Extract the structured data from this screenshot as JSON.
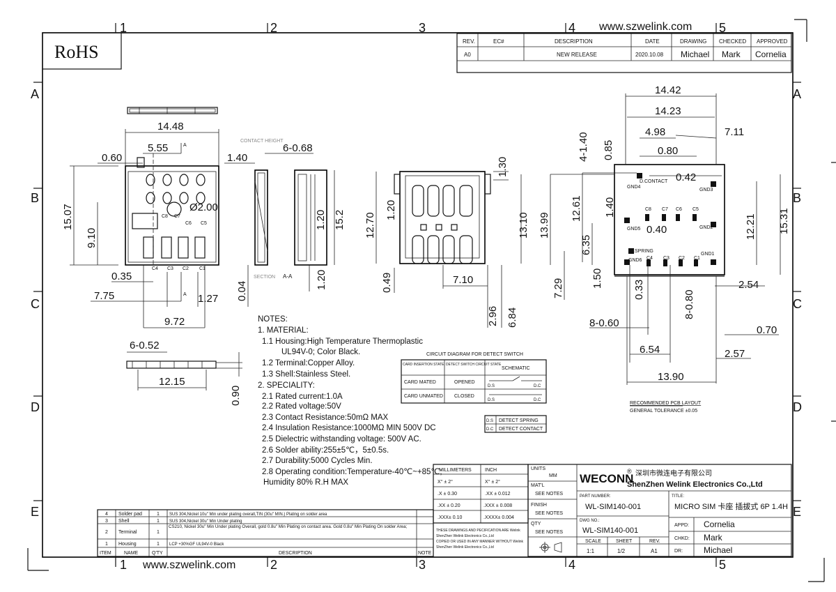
{
  "site_url": "www.szwelink.com",
  "rohs": "RoHS",
  "grid": {
    "cols": [
      "1",
      "2",
      "3",
      "4",
      "5"
    ],
    "rows": [
      "A",
      "B",
      "C",
      "D",
      "E"
    ]
  },
  "revision": {
    "headers": [
      "REV.",
      "EC#",
      "DESCRIPTION",
      "DATE",
      "DRAWING",
      "CHECKED",
      "APPROVED"
    ],
    "row": [
      "A0",
      "",
      "NEW RELEASE",
      "2020.10.08",
      "Michael",
      "Mark",
      "Cornelia"
    ]
  },
  "views": {
    "top_width": "14.48",
    "d_060": "0.60",
    "d_555": "5.55",
    "d_a": "A",
    "d_1507": "15.07",
    "d_910": "9.10",
    "d_200": "Ø2.00",
    "d_035": "0.35",
    "d_775": "7.75",
    "d_127": "1.27",
    "d_972": "9.72",
    "d_652": "6-0.52",
    "d_1215": "12.15",
    "d_090": "0.90",
    "d_140": "1.40",
    "d_668": "6-0.68",
    "contact_height": "CONTACT HEIGHT",
    "d_120a": "1.20",
    "d_152": "15.2",
    "d_004": "0.04",
    "section": "SECTION",
    "section_aa": "A-A",
    "d_120b": "1.20",
    "d_130": "1.30",
    "d_120c": "1.20",
    "d_1270": "12.70",
    "d_1310": "13.10",
    "d_049": "0.49",
    "d_710": "7.10",
    "d_296": "2.96",
    "d_684": "6.84",
    "contact_labels": [
      "C8",
      "C7",
      "C6",
      "C5",
      "C4",
      "C3",
      "C2",
      "C1"
    ]
  },
  "pcb": {
    "d_1442": "14.42",
    "d_1423": "14.23",
    "d_498": "4.98",
    "d_711": "7.11",
    "d_4140": "4-1.40",
    "d_085": "0.85",
    "d_080": "0.80",
    "d_042": "0.42",
    "d_1261": "12.61",
    "d_1399": "13.99",
    "d_140": "1.40",
    "d_040": "0.40",
    "d_1221": "12.21",
    "d_1531": "15.31",
    "d_635": "6.35",
    "d_150": "1.50",
    "d_729": "7.29",
    "d_033": "0.33",
    "d_8080": "8-0.80",
    "d_254": "2.54",
    "d_8060": "8-0.60",
    "d_070": "0.70",
    "d_654": "6.54",
    "d_257": "2.57",
    "d_1390": "13.90",
    "pad_labels": [
      "GND4",
      "D.CONTACT",
      "GND3",
      "GND5",
      "GND2",
      "D.SPRING",
      "GND6",
      "GND1",
      "C8",
      "C7",
      "C6",
      "C5",
      "C4",
      "C3",
      "C2",
      "C1"
    ],
    "recommended": "RECOMMENDED PCB LAYOUT",
    "tolerance": "GENERAL TOLERANCE ±0.05"
  },
  "notes": [
    "NOTES:",
    "1. MATERIAL:",
    "1.1 Housing:High Temperature Thermoplastic",
    "UL94V-0; Color Black.",
    "1.2 Terminal:Copper Alloy.",
    "1.3 Shell:Stainless Steel.",
    "2. SPECIALITY:",
    "2.1 Rated current:1.0A",
    "2.2 Rated voltage:50V",
    "2.3 Contact Resistance:50mΩ MAX",
    "2.4 Insulation Resistance:1000MΩ MIN 500V DC",
    "2.5 Dielectric withstanding voltage: 500V AC.",
    "2.6 Solder ability:255±5℃，5±0.5s.",
    "2.7 Durability:5000 Cycles Min.",
    "2.8 Operating condition:Temperature-40℃~+85℃;",
    "Humidity 80% R.H MAX"
  ],
  "circuit": {
    "title": "CIRCUIT DIAGRAM FOR DETECT SWITCH",
    "h1": "CARD INSERTION STATE",
    "h2": "DETECT SWITCH CIRCUIT STATE",
    "h3": "SCHEMATIC",
    "r1": [
      "CARD MATED",
      "OPENED"
    ],
    "r2": [
      "CARD UNMATED",
      "CLOSED"
    ],
    "ds": "D.S",
    "dc": "D.C",
    "legend": [
      [
        "D.S",
        "DETECT SPRING"
      ],
      [
        "D.C",
        "DETECT CONTACT"
      ]
    ]
  },
  "tolerances": {
    "millimeters": "MILLIMETERS",
    "inch": "INCH",
    "rows": [
      [
        "X°  ±  2°",
        "X°  ±  2°"
      ],
      [
        ".X  ± 0.30",
        ".XX  ± 0.012"
      ],
      [
        ".XX  ± 0.20",
        ".XXX  ± 0.008"
      ],
      [
        ".XXX± 0.10",
        ".XXXX± 0.004"
      ]
    ],
    "disclaimer": [
      "THESE DRAWINGS AND PECIFICATION ARE Welink",
      "ShenZhen Welink Electronics Co.,Ltd",
      "COPIED OR USED IN ANY MANNER WITHOUT Welink",
      "ShenZhen Welink Electronics Co.,Ltd"
    ]
  },
  "title_block": {
    "units": "UNITS",
    "units_val": "MM",
    "matl": "MAT'L",
    "finish": "FINISH",
    "qty": "QTY",
    "see_notes": "SEE NOTES",
    "brand": "WECONN",
    "reg": "®",
    "company_cn": "深圳市微连电子有限公司",
    "company_en": "ShenZhen Welink Electronics Co.,Ltd",
    "part_label": "PART NUMBER:",
    "part": "WL-SIM140-001",
    "title_label": "TITLE:",
    "title": "MICRO SIM 卡座 插拔式 6P 1.4H",
    "dwg_label": "DWG NO.:",
    "dwg": "WL-SIM140-001",
    "scale": "SCALE",
    "sheet": "SHEET",
    "rev": "REV.",
    "scale_v": "1:1",
    "sheet_v": "1/2",
    "rev_v": "A1",
    "appd": "APPD:",
    "appd_v": "Cornelia",
    "chkd": "CHKD:",
    "chkd_v": "Mark",
    "dr": "DR:",
    "dr_v": "Michael"
  },
  "bom": {
    "headers": [
      "ITEM",
      "NAME",
      "Q'TY",
      "DESCRIPTION",
      "NOTE"
    ],
    "rows": [
      [
        "4",
        "Solder pad",
        "1",
        "SUS 304,Nickel 10u\" Min under plating overall,TIN (30u\" MIN.) Plating on solder area"
      ],
      [
        "3",
        "Shell",
        "1",
        "SUS 304,Nickel 30u\" Min Under plating"
      ],
      [
        "2",
        "Terminal",
        "1",
        "CS210, Nickel 30u\" Min Under plating Overall, gold 0.8u\" Min Plating on contact area. Gold 0.8u\" Min Plating On solder Area;"
      ],
      [
        "1",
        "Housing",
        "1",
        "LCP +30%GF UL94V-0 Black"
      ]
    ]
  }
}
